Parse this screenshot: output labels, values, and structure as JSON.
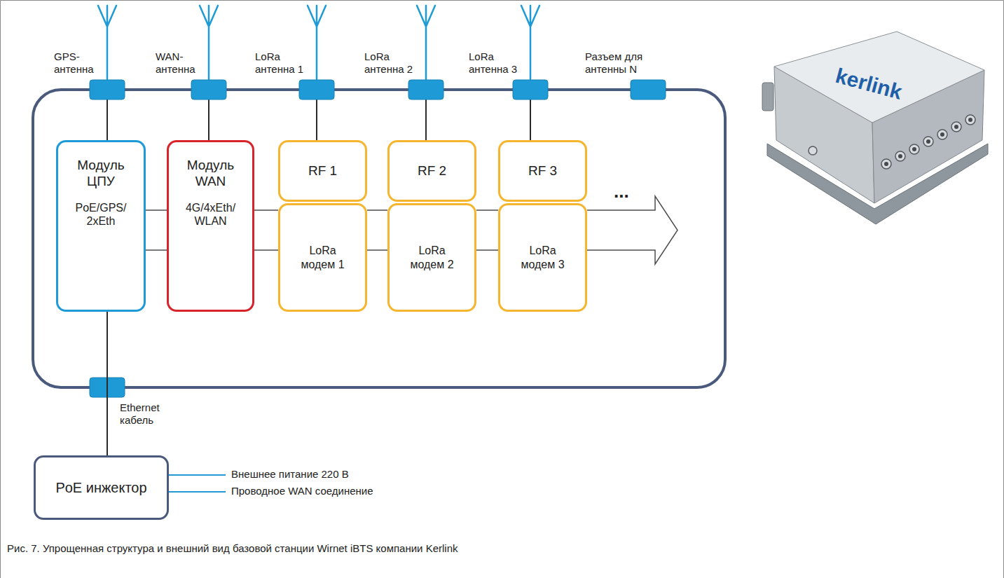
{
  "diagram": {
    "caption": "Рис. 7. Упрощенная структура и внешний вид базовой станции Wirnet iBTS компании Kerlink",
    "nodes": [
      {
        "text": [
          "Модуль ЦПУ",
          "PoE/GPS/ 2xEth"
        ]
      },
      {
        "text": [
          "Модуль WAN",
          "4G/4xEth/ WLAN"
        ]
      },
      {
        "text": [
          "RF 1"
        ]
      },
      {
        "text": [
          "LoRa модем 1"
        ]
      },
      {
        "text": [
          "RF 2"
        ]
      },
      {
        "text": [
          "LoRa модем 2"
        ]
      },
      {
        "text": [
          "RF 3"
        ]
      },
      {
        "text": [
          "LoRa модем 3"
        ]
      },
      {
        "text": [
          "PoE инжектор"
        ]
      }
    ],
    "edges": [
      {
        "from": 0,
        "to": 1,
        "arrow": "none"
      },
      {
        "from": 1,
        "to": 3,
        "arrow": "none"
      },
      {
        "from": 3,
        "to": 5,
        "arrow": "none"
      },
      {
        "from": 5,
        "to": 7,
        "arrow": "none"
      },
      {
        "from": 0,
        "to": 8,
        "label": "Ethernet кабель",
        "arrow": "none"
      }
    ],
    "labels": [
      "GPS- антенна",
      "WAN- антенна",
      "LoRa антенна 1",
      "LoRa антенна 2",
      "LoRa антенна 3",
      "Разъем для антенны N",
      "...",
      "Внешнее питание 220 В",
      "Проводное WAN соединение",
      "kerlink"
    ]
  }
}
